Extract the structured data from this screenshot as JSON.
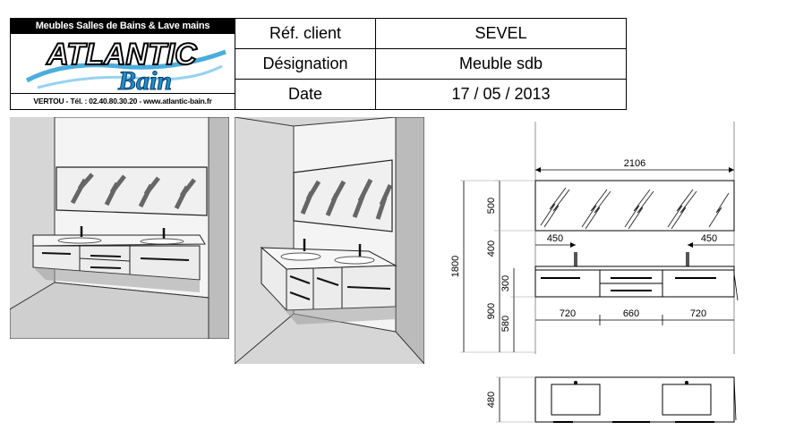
{
  "logo": {
    "tagline": "Meubles Salles de Bains & Lave mains",
    "brand_line1": "ATLANTIC",
    "brand_line2": "Bain",
    "contact": "VERTOU - Tél. : 02.40.80.30.20 - www.atlantic-bain.fr"
  },
  "info_table": {
    "rows": [
      {
        "label": "Réf. client",
        "value": "SEVEL"
      },
      {
        "label": "Désignation",
        "value": "Meuble sdb"
      },
      {
        "label": "Date",
        "value": "17 / 05 / 2013"
      }
    ]
  },
  "dimensions": {
    "total_width": "2106",
    "mirror_height": "500",
    "gap_height": "400",
    "overall_height": "1800",
    "drawer_height": "300",
    "cabinet_height": "900",
    "cabinet_bottom": "580",
    "faucet_offset_left": "450",
    "faucet_offset_right": "450",
    "module_left": "720",
    "module_center": "660",
    "module_right": "720",
    "depth": "480"
  }
}
